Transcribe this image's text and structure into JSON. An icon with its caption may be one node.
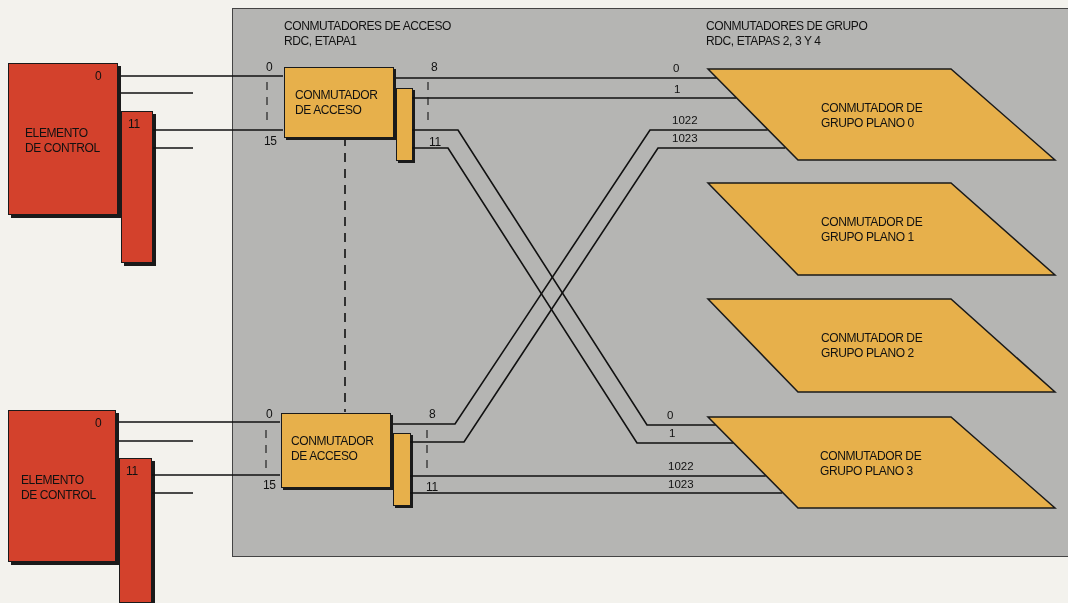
{
  "diagram": {
    "nodes": [
      {
        "text": [
          "0",
          "ELEMENTO DE CONTROL"
        ]
      },
      {
        "text": [
          "11"
        ]
      },
      {
        "text": [
          "0",
          "ELEMENTO DE CONTROL"
        ]
      },
      {
        "text": [
          "11"
        ]
      },
      {
        "text": [
          "CONMUTADORES DE ACCESO RDC, ETAPA1",
          "CONMUTADORES DE GRUPO RDC, ETAPAS 2, 3 Y 4"
        ]
      },
      {
        "text": [
          "CONMUTADOR DE ACCESO"
        ],
        "in": 4,
        "beside": [
          "0",
          "15",
          "8"
        ]
      },
      {
        "text": [],
        "shape": "box",
        "in": 4,
        "beside": [
          "11"
        ]
      },
      {
        "text": [
          "CONMUTADOR DE ACCESO"
        ],
        "in": 4,
        "beside": [
          "0",
          "15",
          "8"
        ]
      },
      {
        "text": [],
        "shape": "box",
        "in": 4,
        "beside": [
          "11"
        ]
      },
      {
        "text": [
          "CONMUTADOR DE GRUPO PLANO 0"
        ],
        "in": 4
      },
      {
        "text": [
          "CONMUTADOR DE GRUPO PLANO 1"
        ],
        "in": 4
      },
      {
        "text": [
          "CONMUTADOR DE GRUPO PLANO 2"
        ],
        "in": 4
      },
      {
        "text": [
          "CONMUTADOR DE GRUPO PLANO 3"
        ],
        "in": 4
      }
    ],
    "edges": [
      {
        "from": 0,
        "to": 5,
        "arrow": "none"
      },
      {
        "from": 0,
        "to": null,
        "arrow": "none"
      },
      {
        "from": 1,
        "to": 5,
        "arrow": "none"
      },
      {
        "from": 1,
        "to": null,
        "arrow": "none"
      },
      {
        "from": 2,
        "to": 7,
        "arrow": "none"
      },
      {
        "from": 2,
        "to": null,
        "arrow": "none"
      },
      {
        "from": 3,
        "to": 7,
        "arrow": "none"
      },
      {
        "from": 3,
        "to": null,
        "arrow": "none"
      },
      {
        "from": 5,
        "to": 9,
        "label": "0",
        "arrow": "none"
      },
      {
        "from": 6,
        "to": 9,
        "label": "1",
        "arrow": "none"
      },
      {
        "from": 6,
        "to": 12,
        "label": "0",
        "arrow": "none"
      },
      {
        "from": 6,
        "to": 12,
        "label": "1",
        "arrow": "none"
      },
      {
        "from": 7,
        "to": 9,
        "label": "1022",
        "arrow": "none"
      },
      {
        "from": 8,
        "to": 9,
        "label": "1023",
        "arrow": "none"
      },
      {
        "from": 8,
        "to": 12,
        "label": "1022",
        "arrow": "none"
      },
      {
        "from": 8,
        "to": 12,
        "label": "1023",
        "arrow": "none"
      },
      {
        "from": 5,
        "to": 7,
        "arrow": "none",
        "style": "dashed"
      }
    ]
  }
}
